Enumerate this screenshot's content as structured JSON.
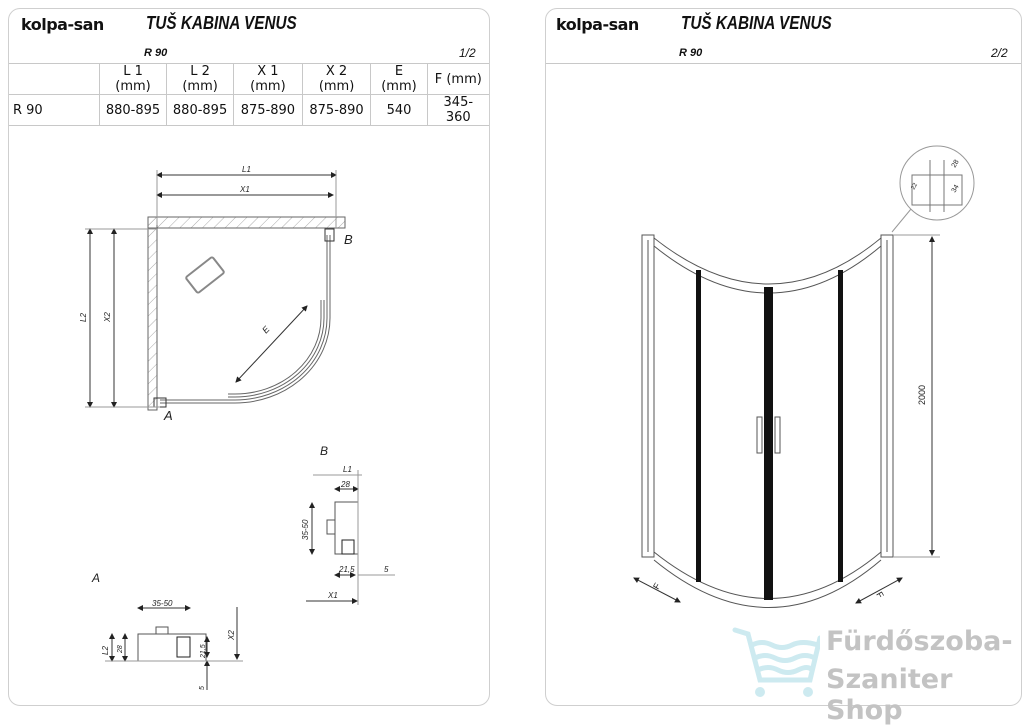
{
  "sheet1": {
    "logo": "kolpa-san",
    "title": "TUŠ KABINA VENUS",
    "model": "R 90",
    "page": "1/2",
    "table": {
      "headers": [
        "",
        "L 1 (mm)",
        "L 2 (mm)",
        "X 1 (mm)",
        "X 2 (mm)",
        "E  (mm)",
        "F  (mm)"
      ],
      "rows": [
        [
          "R 90",
          "880-895",
          "880-895",
          "875-890",
          "875-890",
          "540",
          "345-360"
        ]
      ]
    },
    "plan": {
      "l1": "L1",
      "x1": "X1",
      "l2": "L2",
      "x2": "X2",
      "e": "E",
      "a": "A",
      "b": "B"
    },
    "detail_b": {
      "title": "B",
      "l1": "L1",
      "w": "28",
      "h": "35-50",
      "d": "21,5",
      "gap": "5",
      "x1": "X1"
    },
    "detail_a": {
      "title": "A",
      "w": "35-50",
      "l2": "L2",
      "h": "28",
      "d": "21,5",
      "x2": "X2",
      "gap": "5"
    }
  },
  "sheet2": {
    "logo": "kolpa-san",
    "title": "TUŠ KABINA VENUS",
    "model": "R 90",
    "page": "2/2",
    "elevation": {
      "height": "2000",
      "f_left": "F",
      "f_right": "F"
    },
    "profile_detail": {
      "w": "28",
      "h": "34",
      "c": "22"
    }
  },
  "watermark": {
    "line1": "Fürdőszoba-",
    "line2": "Szaniter Shop",
    "color": "#cdeaf0"
  }
}
